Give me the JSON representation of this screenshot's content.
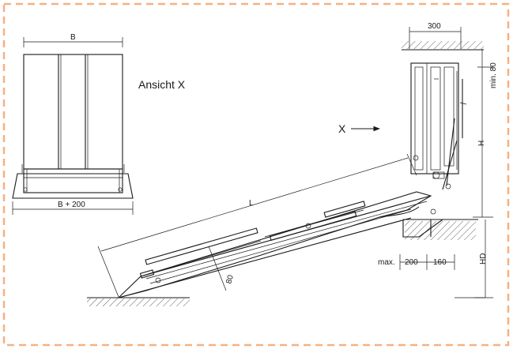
{
  "frame": {
    "border_color": "#f4b183"
  },
  "labels": {
    "b": "B",
    "b_plus_200": "B + 200",
    "ansicht_x": "Ansicht X",
    "x_arrow": "X",
    "l": "L",
    "dim_300": "300",
    "min_80": "min. 80",
    "h": "H",
    "hd": "HD",
    "max": "max.",
    "dim_200": "200",
    "dim_160": "160",
    "dim_80": "80"
  }
}
